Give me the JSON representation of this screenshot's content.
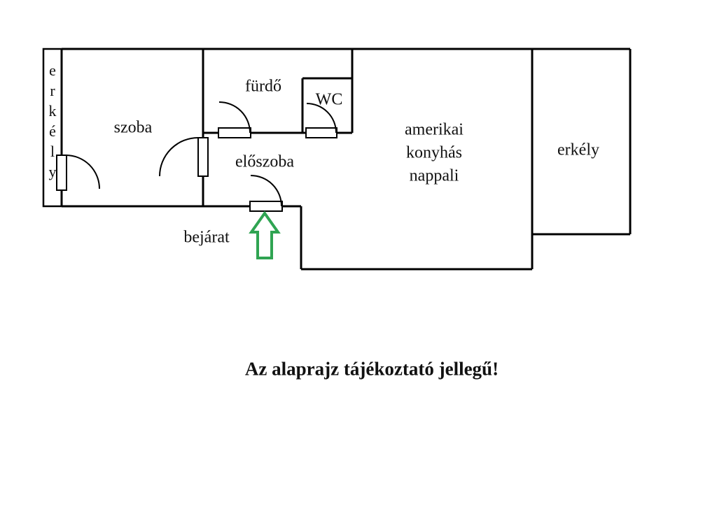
{
  "floorplan": {
    "labels": {
      "balcony_left": "erkély",
      "room": "szoba",
      "bathroom": "fürdő",
      "wc": "WC",
      "hallway": "előszoba",
      "living": "amerikai konyhás nappali",
      "balcony_right": "erkély",
      "entrance": "bejárat"
    },
    "disclaimer": "Az alaprajz tájékoztató jellegű!",
    "colors": {
      "walls": "#000000",
      "entrance_arrow": "#2fa452",
      "text": "#111111",
      "background": "#ffffff"
    }
  }
}
